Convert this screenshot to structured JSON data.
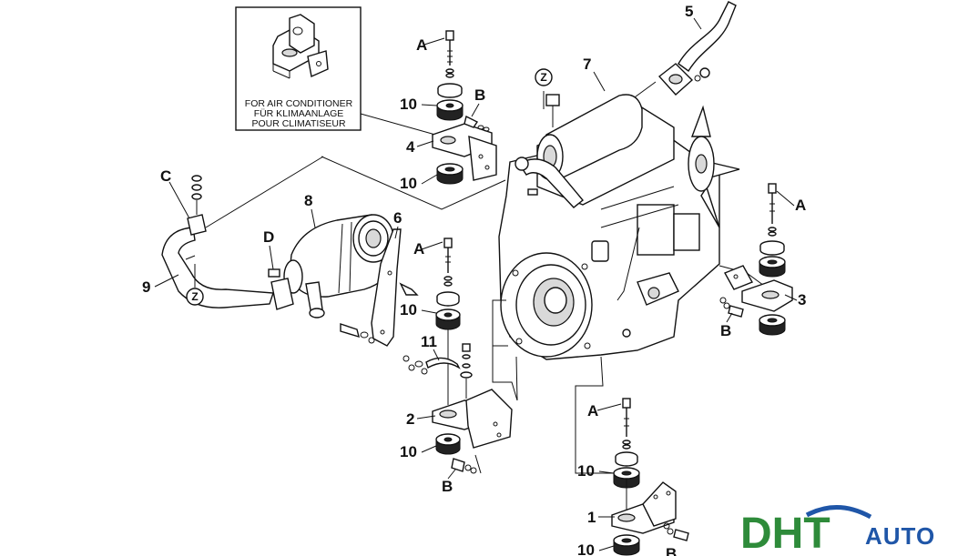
{
  "inset": {
    "lines": [
      "FOR AIR CONDITIONER",
      "FÜR KLIMAANLAGE",
      "POUR CLIMATISEUR"
    ]
  },
  "callouts": {
    "p1": "1",
    "p2": "2",
    "p3": "3",
    "p4": "4",
    "p5": "5",
    "p6": "6",
    "p7": "7",
    "p8": "8",
    "p9": "9",
    "p10": "10",
    "p11": "11",
    "a": "A",
    "b": "B",
    "c": "C",
    "d": "D",
    "z": "Z"
  },
  "logo": {
    "mark": "DHT",
    "word": "AUTO",
    "colors": {
      "green": "#2e8b3a",
      "blue": "#1f56a8"
    }
  }
}
